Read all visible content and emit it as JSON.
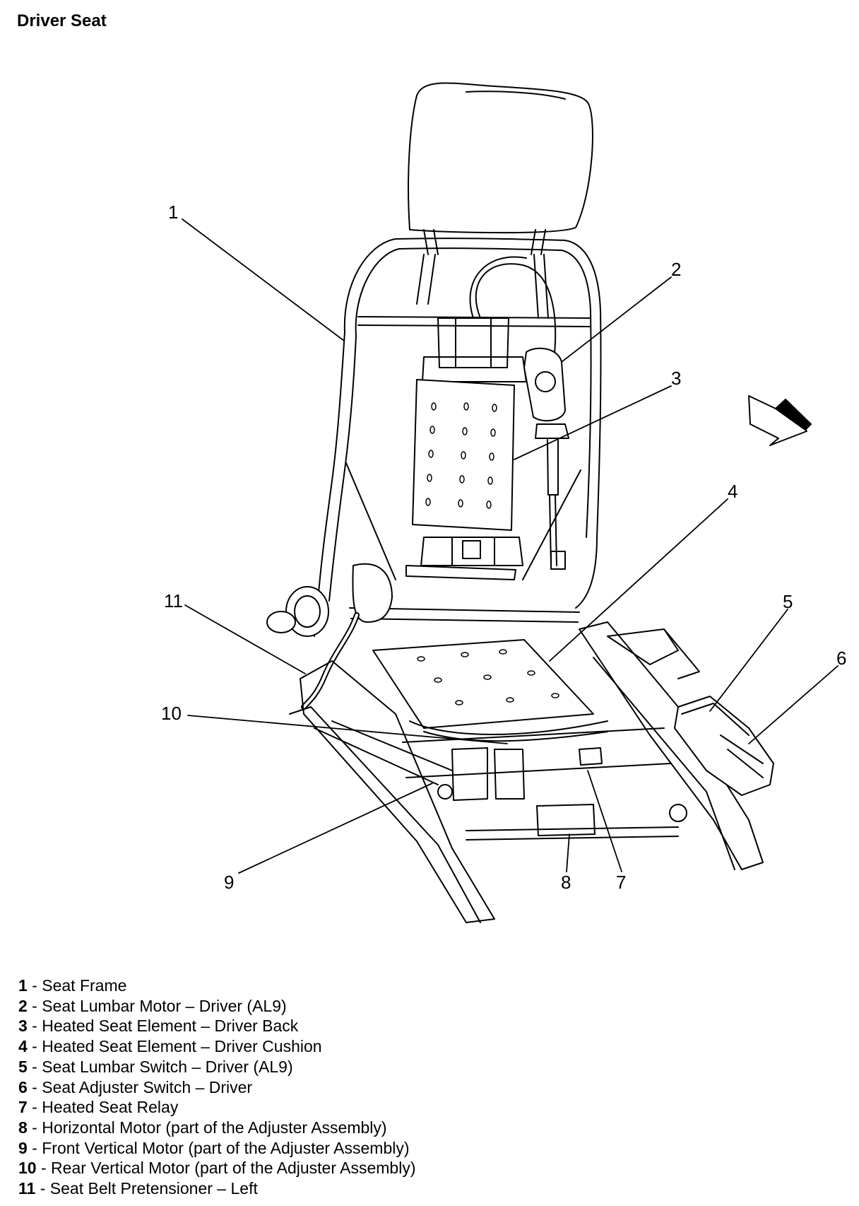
{
  "title": "Driver Seat",
  "callouts": [
    "1",
    "2",
    "3",
    "4",
    "5",
    "6",
    "7",
    "8",
    "9",
    "10",
    "11"
  ],
  "legend": [
    {
      "num": "1",
      "sep": " - ",
      "text": "Seat Frame"
    },
    {
      "num": "2",
      "sep": " - ",
      "text": "Seat Lumbar Motor – Driver (AL9)"
    },
    {
      "num": "3",
      "sep": " - ",
      "text": "Heated Seat Element – Driver Back"
    },
    {
      "num": "4",
      "sep": " - ",
      "text": "Heated Seat Element – Driver Cushion"
    },
    {
      "num": "5",
      "sep": " - ",
      "text": "Seat Lumbar Switch – Driver (AL9)"
    },
    {
      "num": "6",
      "sep": " - ",
      "text": "Seat Adjuster Switch – Driver"
    },
    {
      "num": "7",
      "sep": " - ",
      "text": "Heated Seat Relay"
    },
    {
      "num": "8",
      "sep": " - ",
      "text": "Horizontal Motor (part of the Adjuster Assembly)"
    },
    {
      "num": "9",
      "sep": " - ",
      "text": "Front Vertical Motor (part of the Adjuster Assembly)"
    },
    {
      "num": "10",
      "sep": " - ",
      "text": "Rear Vertical Motor (part of the Adjuster Assembly)"
    },
    {
      "num": "11",
      "sep": " - ",
      "text": "Seat Belt Pretensioner – Left"
    }
  ]
}
